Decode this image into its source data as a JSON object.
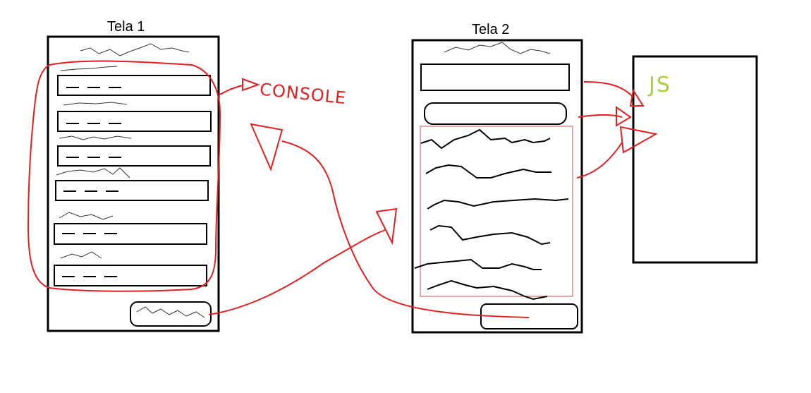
{
  "screens": {
    "tela1": {
      "title": "Tela 1"
    },
    "tela2": {
      "title": "Tela 2"
    }
  },
  "annotations": {
    "console": "CONSOLE",
    "js": "JS"
  },
  "colors": {
    "outline": "#000000",
    "annotation": "#e02020",
    "js_text": "#a8d13a"
  }
}
